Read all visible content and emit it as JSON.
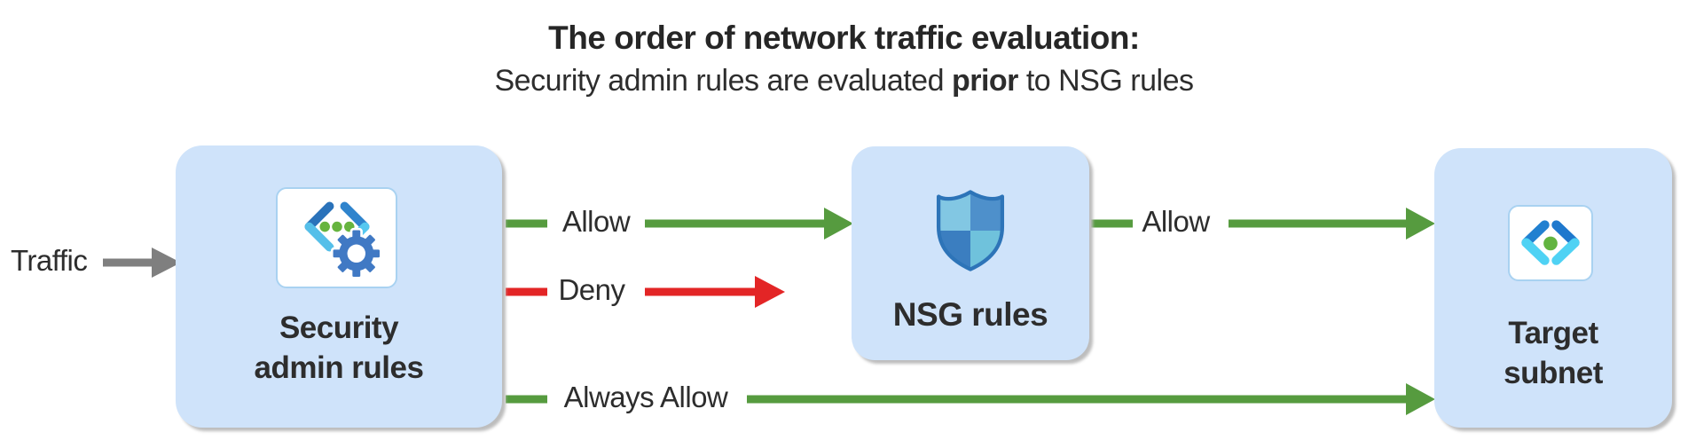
{
  "header": {
    "title": "The order of network traffic evaluation:",
    "subtitle_prefix": "Security admin rules are evaluated ",
    "subtitle_bold": "prior",
    "subtitle_suffix": " to NSG rules"
  },
  "traffic": {
    "label": "Traffic"
  },
  "nodes": {
    "security_admin": {
      "line1": "Security",
      "line2": "admin rules",
      "icon": "code-gear-icon"
    },
    "nsg": {
      "label": "NSG rules",
      "icon": "shield-icon"
    },
    "target": {
      "line1": "Target",
      "line2": "subnet",
      "icon": "virtual-network-icon"
    }
  },
  "arrows": {
    "allow_to_nsg": {
      "label": "Allow",
      "color": "#569b3f"
    },
    "deny": {
      "label": "Deny",
      "color": "#e32526"
    },
    "allow_to_target": {
      "label": "Allow",
      "color": "#569b3f"
    },
    "always_allow": {
      "label": "Always Allow",
      "color": "#569b3f"
    },
    "traffic_in": {
      "color": "#7f7f7f"
    }
  },
  "colors": {
    "allow_green": "#569b3f",
    "deny_red": "#e32526",
    "traffic_gray": "#7f7f7f",
    "node_fill": "#cfe3fa",
    "icon_border_blue": "#a9d2f1",
    "text_dark": "#2d2d2d"
  }
}
